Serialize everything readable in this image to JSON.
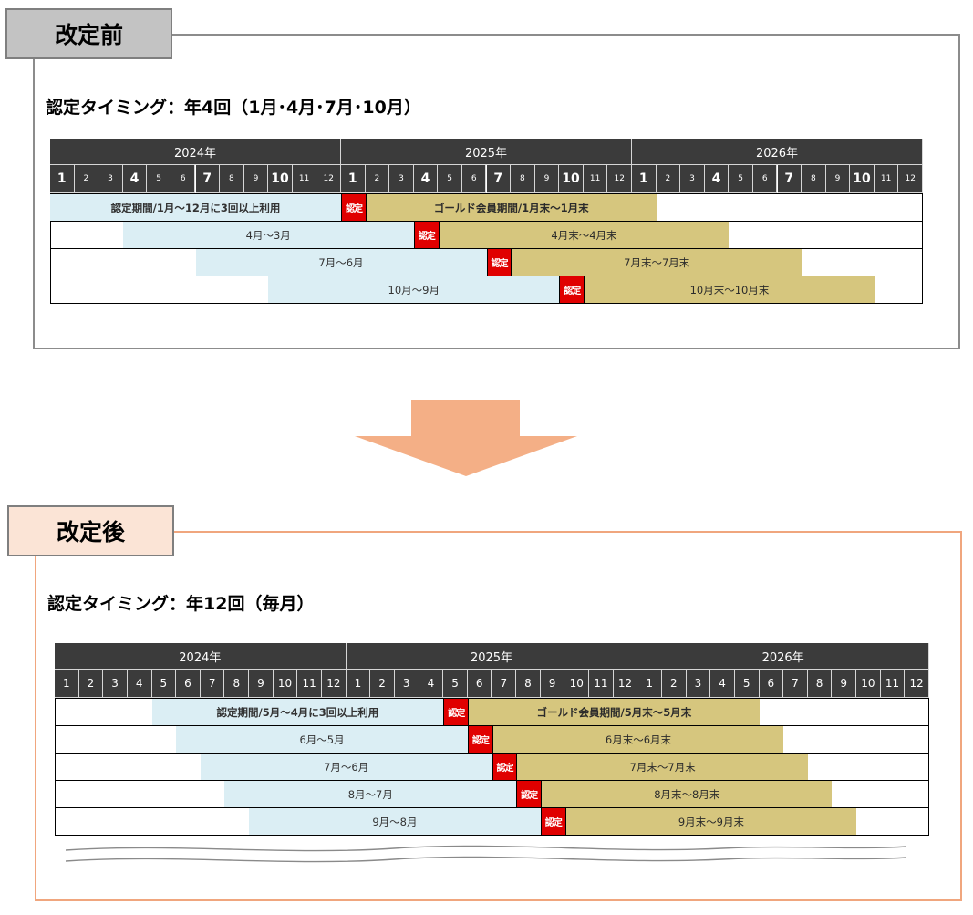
{
  "before": {
    "tag": "改定前",
    "heading": "認定タイミング：年4回（1月･4月･7月･10月）",
    "cert_label": "認定",
    "years": [
      "2024年",
      "2025年",
      "2026年"
    ],
    "months": [
      "1",
      "2",
      "3",
      "4",
      "5",
      "6",
      "7",
      "8",
      "9",
      "10",
      "11",
      "12",
      "1",
      "2",
      "3",
      "4",
      "5",
      "6",
      "7",
      "8",
      "9",
      "10",
      "11",
      "12",
      "1",
      "2",
      "3",
      "4",
      "5",
      "6",
      "7",
      "8",
      "9",
      "10",
      "11",
      "12"
    ],
    "rows": [
      {
        "qual_start": 0,
        "qual_label": "認定期間/1月～12月に3回以上利用",
        "gold_end": 25,
        "gold_label": "ゴールド会員期間/1月末～1月末"
      },
      {
        "qual_start": 3,
        "qual_label": "4月～3月",
        "gold_end": 28,
        "gold_label": "4月末～4月末"
      },
      {
        "qual_start": 6,
        "qual_label": "7月～6月",
        "gold_end": 31,
        "gold_label": "7月末～7月末"
      },
      {
        "qual_start": 9,
        "qual_label": "10月～9月",
        "gold_end": 34,
        "gold_label": "10月末～10月末"
      }
    ]
  },
  "after": {
    "tag": "改定後",
    "heading": "認定タイミング：年12回（毎月）",
    "cert_label": "認定",
    "years": [
      "2024年",
      "2025年",
      "2026年"
    ],
    "months": [
      "1",
      "2",
      "3",
      "4",
      "5",
      "6",
      "7",
      "8",
      "9",
      "10",
      "11",
      "12",
      "1",
      "2",
      "3",
      "4",
      "5",
      "6",
      "7",
      "8",
      "9",
      "10",
      "11",
      "12",
      "1",
      "2",
      "3",
      "4",
      "5",
      "6",
      "7",
      "8",
      "9",
      "10",
      "11",
      "12"
    ],
    "rows": [
      {
        "qual_start": 4,
        "qual_label": "認定期間/5月～4月に3回以上利用",
        "gold_end": 29,
        "gold_label": "ゴールド会員期間/5月末～5月末"
      },
      {
        "qual_start": 5,
        "qual_label": "6月～5月",
        "gold_end": 30,
        "gold_label": "6月末～6月末"
      },
      {
        "qual_start": 6,
        "qual_label": "7月～6月",
        "gold_end": 31,
        "gold_label": "7月末～7月末"
      },
      {
        "qual_start": 7,
        "qual_label": "8月～7月",
        "gold_end": 32,
        "gold_label": "8月末～8月末"
      },
      {
        "qual_start": 8,
        "qual_label": "9月～8月",
        "gold_end": 33,
        "gold_label": "9月末～9月末"
      }
    ]
  }
}
